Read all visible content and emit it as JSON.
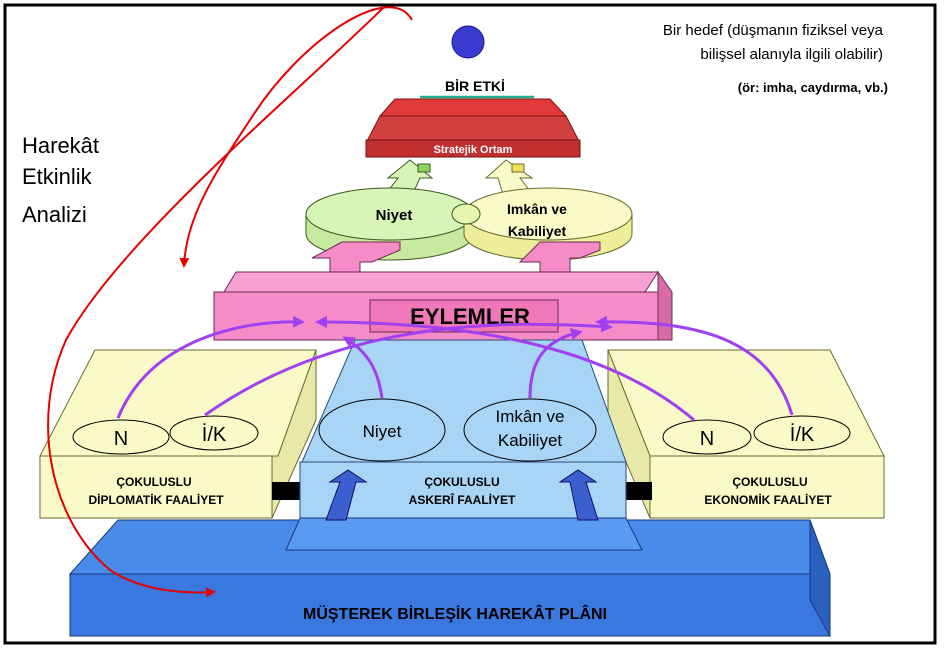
{
  "target": {
    "line1": "Bir hedef (düşmanın fiziksel veya",
    "line2": "bilişsel alanıyla ilgili olabilir)",
    "line3": "(ör: imha, caydırma, vb.)"
  },
  "effect_label": "BİR ETKİ",
  "strategic_environment": "Stratejik Ortam",
  "analysis": {
    "line1": "Harekât",
    "line2": "Etkinlik",
    "line3": "Analizi"
  },
  "upper_ellipses": {
    "intent": "Niyet",
    "capability_line1": "Imkân ve",
    "capability_line2": "Kabiliyet"
  },
  "actions_label": "EYLEMLER",
  "diplomatic": {
    "intent_abbr": "N",
    "capability_abbr": "İ/K",
    "line1": "ÇOKULUSLU",
    "line2": "DİPLOMATİK FAALİYET"
  },
  "military": {
    "intent": "Niyet",
    "capability_line1": "Imkân ve",
    "capability_line2": "Kabiliyet",
    "line1": "ÇOKULUSLU",
    "line2": "ASKERÎ FAALİYET"
  },
  "economic": {
    "intent_abbr": "N",
    "capability_abbr": "İ/K",
    "line1": "ÇOKULUSLU",
    "line2": "EKONOMİK FAALİYET"
  },
  "base_label": "MÜŞTEREK BİRLEŞİK HAREKÂT PLÂNI",
  "colors": {
    "red_arrow": "#e60000",
    "purple_arrow": "#a040f0",
    "pink": "#f58cc8",
    "green": "#d8f5b8",
    "yellow": "#fafac8",
    "light_blue": "#a8d4f5",
    "blue": "#3a78e0",
    "target_circle": "#3a3ad0"
  }
}
